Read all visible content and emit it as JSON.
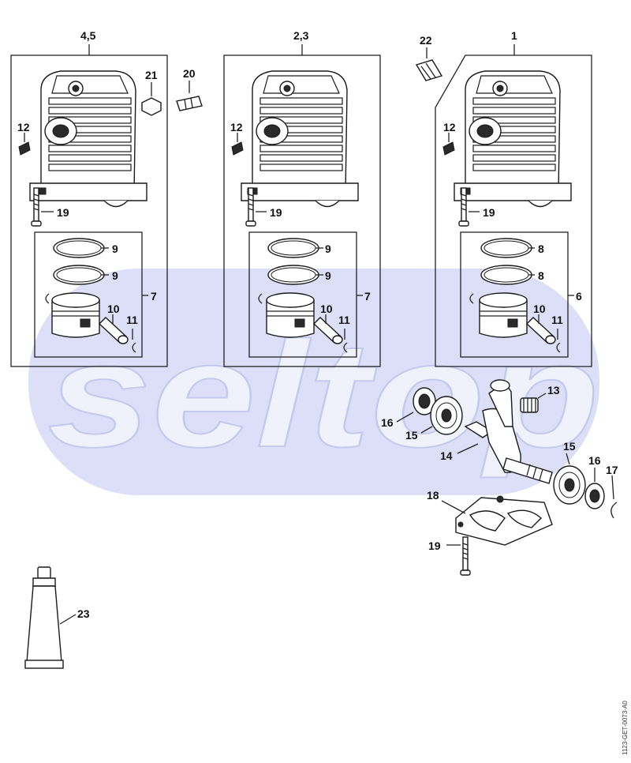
{
  "watermark": "seltop",
  "doc_code": "1123-GET-0073-A0",
  "groups": [
    {
      "title": "4,5",
      "sub_label": "7",
      "ring_labels": [
        "9",
        "9"
      ],
      "bolt_label": "19",
      "screw_label": "12",
      "pin_label": "10",
      "clip_label": "11"
    },
    {
      "title": "2,3",
      "sub_label": "7",
      "ring_labels": [
        "9",
        "9"
      ],
      "bolt_label": "19",
      "screw_label": "12",
      "pin_label": "10",
      "clip_label": "11"
    },
    {
      "title": "1",
      "sub_label": "6",
      "ring_labels": [
        "8",
        "8"
      ],
      "bolt_label": "19",
      "screw_label": "12",
      "pin_label": "10",
      "clip_label": "11"
    }
  ],
  "loose_parts": {
    "plug_21": "21",
    "valve_20": "20",
    "valve_22": "22",
    "needle_bearing": "13",
    "crankshaft": "14",
    "bearing_left": "15",
    "seal_left": "16",
    "bearing_right": "15",
    "seal_right": "16",
    "circlip": "17",
    "crankcase_bottom": "18",
    "crankcase_bolt": "19",
    "sealant_tube": "23"
  },
  "colors": {
    "watermark_band": "#dcdff7",
    "ink": "#1a1a1a"
  }
}
